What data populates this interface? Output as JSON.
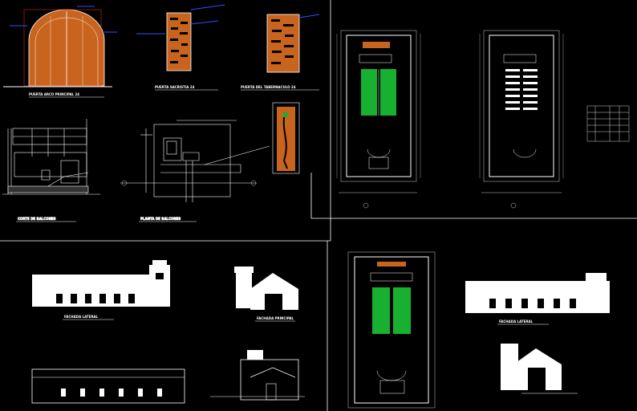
{
  "sheet": {
    "title": "Church architectural plan sheet",
    "background": "#000000",
    "line_color": "#ffffff",
    "wood_color": "#c8641e",
    "pew_color": "#18b030",
    "dim_color": "#3050ff"
  },
  "drawings": [
    {
      "id": "main-door",
      "label": "PUERTA ARCO PRINCIPAL 24"
    },
    {
      "id": "sacristy-door",
      "label": "PUERTA SACRISTIA  24"
    },
    {
      "id": "tabernacle-door",
      "label": "PUERTA DEL TABERNACULO 24"
    },
    {
      "id": "balcony-section",
      "label": "CORTE DE BALCONES"
    },
    {
      "id": "balcony-plan",
      "label": "PLANTA DE BALCONES"
    },
    {
      "id": "floor-plan-1",
      "label": ""
    },
    {
      "id": "floor-plan-2",
      "label": ""
    },
    {
      "id": "floor-plan-3",
      "label": ""
    },
    {
      "id": "lateral-elevation-1",
      "label": "FACHADA LATERAL"
    },
    {
      "id": "main-elevation-1",
      "label": "FACHADA PRINCIPAL"
    },
    {
      "id": "rear-elevation",
      "label": ""
    },
    {
      "id": "main-elevation-2",
      "label": ""
    },
    {
      "id": "lateral-elevation-2",
      "label": "FACHADA LATERAL"
    },
    {
      "id": "main-elevation-3",
      "label": ""
    }
  ]
}
